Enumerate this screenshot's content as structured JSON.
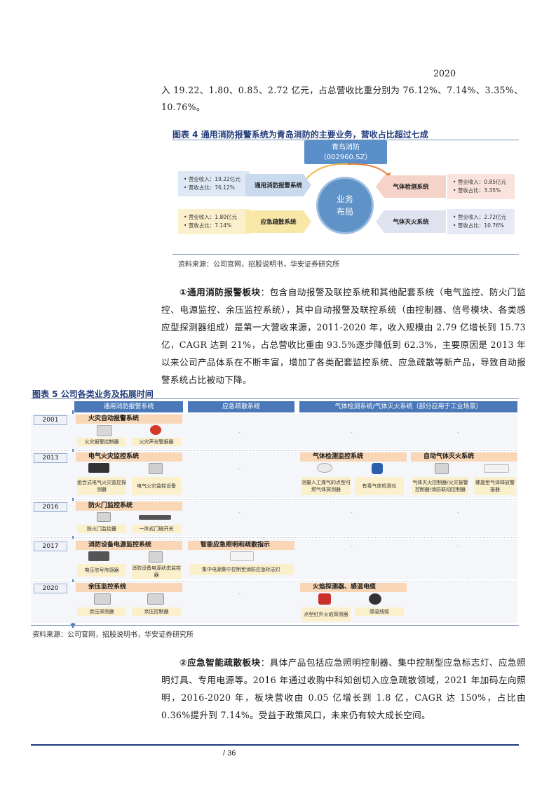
{
  "top_paragraph": {
    "year_fragment": "2020",
    "line1": "入 19.22、1.80、0.85、2.72 亿元，占总营收比重分别为 76.12%、7.14%、3.35%、",
    "line2": "10.76%。"
  },
  "fig4": {
    "title": "图表 4  通用消防报警系统为青岛消防的主要业务，营收占比超过七成",
    "company": "青鸟消防",
    "ticker": "（002960.SZ）",
    "hub": [
      "业务",
      "布局"
    ],
    "segments": [
      {
        "name": "通用消防报警系统",
        "revenue": "营业收入：19.22亿元",
        "share": "营收占比：76.12%"
      },
      {
        "name": "应急疏散系统",
        "revenue": "营业收入：1.80亿元",
        "share": "营收占比：7.14%"
      },
      {
        "name": "气体检测系统",
        "revenue": "营业收入：0.85亿元",
        "share": "营收占比：3.35%"
      },
      {
        "name": "气体灭火系统",
        "revenue": "营业收入：2.72亿元",
        "share": "营收占比：10.76%"
      }
    ],
    "source": "资料来源：公司官网，招股说明书，华安证券研究所"
  },
  "para1": {
    "heading": "①通用消防报警板块",
    "body": "：包含自动报警及联控系统和其他配套系统（电气监控、防火门监控、电源监控、余压监控系统），其中自动报警及联控系统（由控制器、信号模块、各类感应型探测器组成）是第一大营收来源，2011-2020 年，收入规模由 2.79 亿增长到 15.73 亿，CAGR 达到 21%，占总营收比重由 93.5%逐步降低到 62.3%，主要原因是 2013 年以来公司产品体系在不断丰富，增加了各类配套监控系统、应急疏散等新产品，导致自动报警系统占比被动下降。"
  },
  "fig5": {
    "title": "图表 5  公司各类业务及拓展时间",
    "headers": [
      "通用消防报警系统",
      "应急疏散系统",
      "气体检测系统/气体灭火系统（部分应用于工业场景）"
    ],
    "years": [
      "2001",
      "2013",
      "2016",
      "2017",
      "2020"
    ],
    "categories": {
      "c2001": "火灾自动报警系统",
      "c2013a": "电气火灾监控系统",
      "c2013b": "气体检测监控系统",
      "c2013c": "自动气体灭火系统",
      "c2016": "防火门监控系统",
      "c2017a": "消防设备电源监控系统",
      "c2017b": "智能应急照明和疏散指示",
      "c2020a": "余压监控系统",
      "c2020b": "火焰探测器、感温电缆"
    },
    "items": {
      "i2001a": "火灾报警控制器",
      "i2001b": "火灾声光警报器",
      "i2013a": "组合式电气火灾监控探测器",
      "i2013b": "电气火灾监控设备",
      "i2013c": "测量人工煤气的点型可燃气体探测器",
      "i2013d": "有毒气体检测仪",
      "i2013e": "气体灭火控制器/火灾报警控制器/消防联动控制器",
      "i2013f": "螺旋型气体释放警报器",
      "i2016a": "防火门监控器",
      "i2016b": "一体式门磁开关",
      "i2017a": "电压信号传感器",
      "i2017b": "消防设备电源状态监控器",
      "i2017c": "集中电源集中控制型消防应急标志灯",
      "i2020a": "余压探测器",
      "i2020b": "余压控制器",
      "i2020c": "点型红外火焰探测器",
      "i2020d": "感温线缆"
    },
    "dash": "-",
    "source": "资料来源：公司官网，招股说明书，华安证券研究所"
  },
  "para2": {
    "heading": "②应急智能疏散板块",
    "body": "：具体产品包括应急照明控制器、集中控制型应急标志灯、应急照明灯具、专用电源等。2016 年通过收购中科知创切入应急疏散领域，2021 年加码左向照明，2016-2020 年，板块营收由 0.05 亿增长到 1.8 亿，CAGR 达 150%，占比由 0.36%提升到 7.14%。受益于政策风口，未来仍有较大成长空间。"
  },
  "footer": {
    "page": "/ 36"
  },
  "colors": {
    "accent": "#4a78b9",
    "category": "#f9d7b6",
    "item": "#fbf0cc"
  }
}
